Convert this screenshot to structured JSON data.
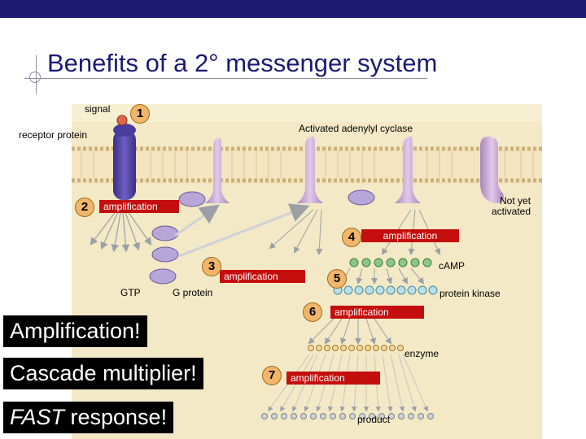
{
  "slide": {
    "title": "Benefits of a 2° messenger system",
    "colors": {
      "topbar": "#1c1a73",
      "title": "#1c1a73",
      "highlight": "#c40e0e",
      "cytoplasm": "#f3e9c6"
    }
  },
  "diagram": {
    "signal_label": "signal",
    "receptor_label": "receptor protein",
    "adenylyl_label": "Activated adenylyl cyclase",
    "not_yet_label": "Not yet\nactivated",
    "gtp_label": "GTP",
    "gprotein_label": "G protein",
    "camp_label": "cAMP",
    "kinase_label": "protein kinase",
    "enzyme_label": "enzyme",
    "product_label": "product",
    "amplification_label": "amplification",
    "steps": [
      "1",
      "2",
      "3",
      "4",
      "5",
      "6",
      "7"
    ]
  },
  "callouts": {
    "amplification": "Amplification!",
    "cascade": "Cascade multiplier!",
    "fast_em": "FAST",
    "fast_rest": " response!"
  }
}
